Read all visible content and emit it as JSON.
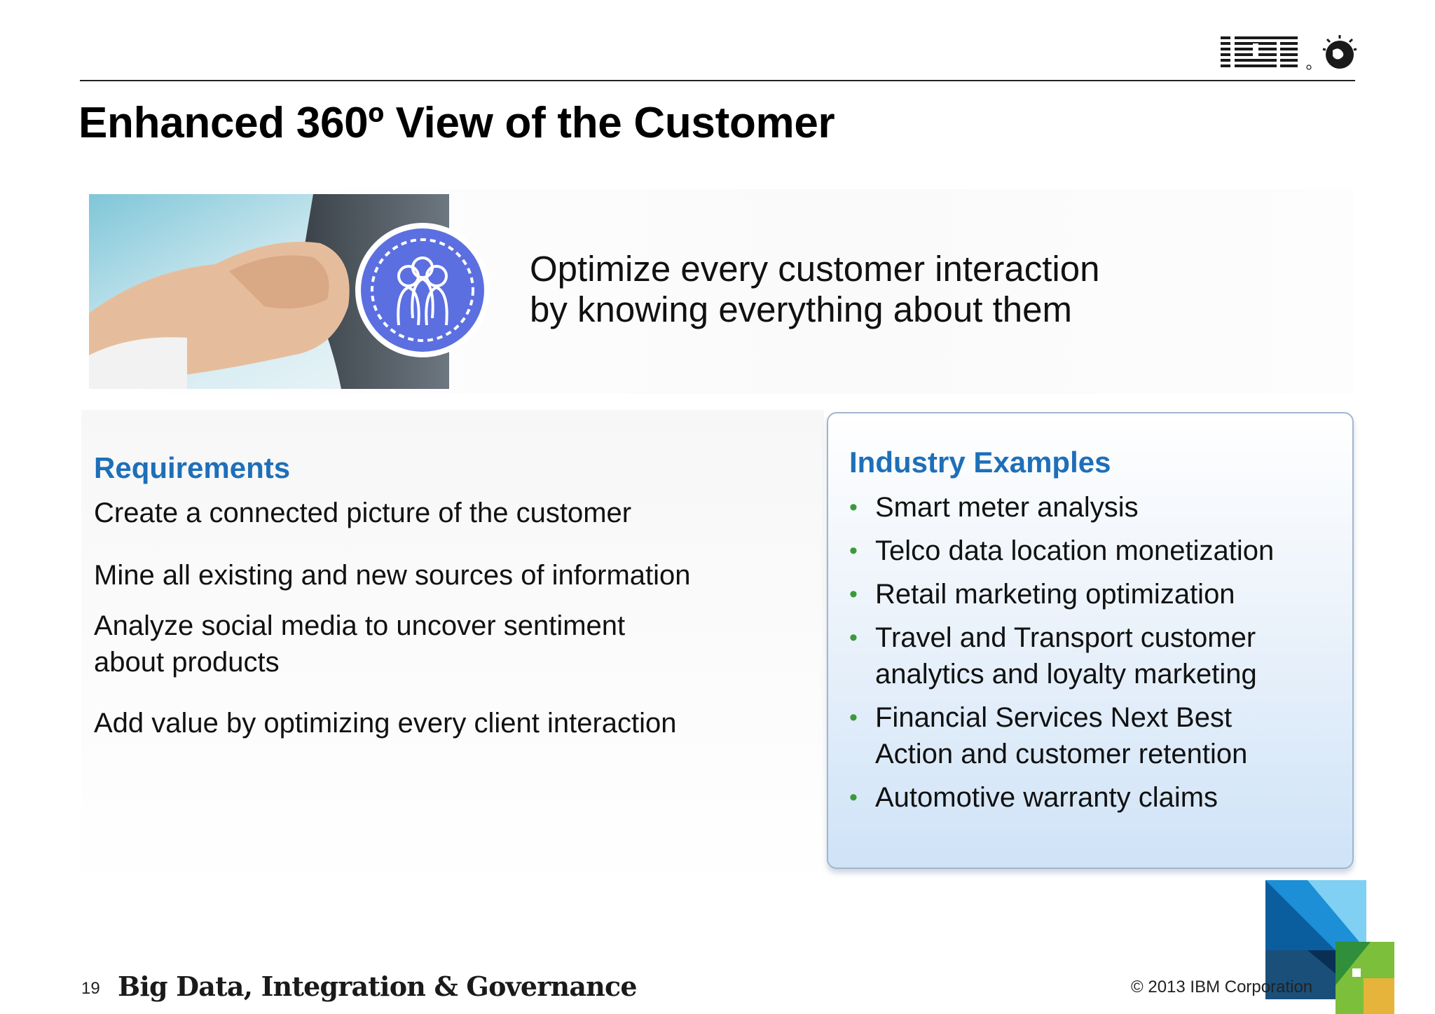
{
  "header": {
    "logo_text": "IBM",
    "title": "Enhanced 360º View of the Customer"
  },
  "banner": {
    "tagline_line1": "Optimize every customer interaction",
    "tagline_line2": "by knowing everything about them"
  },
  "requirements": {
    "heading": "Requirements",
    "items": [
      "Create a connected picture of the customer",
      "Mine all existing and new sources of  information",
      "Analyze social media to uncover sentiment",
      "about products",
      "Add value by optimizing every client interaction"
    ]
  },
  "industry": {
    "heading": "Industry Examples",
    "items": [
      {
        "lines": [
          "Smart meter analysis"
        ]
      },
      {
        "lines": [
          "Telco data location monetization"
        ]
      },
      {
        "lines": [
          "Retail marketing optimization"
        ]
      },
      {
        "lines": [
          "Travel and Transport customer",
          "analytics and loyalty marketing"
        ]
      },
      {
        "lines": [
          "Financial Services Next Best",
          "Action and customer retention"
        ]
      },
      {
        "lines": [
          "Automotive warranty claims"
        ]
      }
    ],
    "bullet_color": "#3a9a3a"
  },
  "footer": {
    "page_number": "19",
    "brand": "Big Data, Integration & Governance",
    "copyright": "© 2013 IBM Corporation"
  },
  "colors": {
    "accent_blue": "#1e6fb8",
    "icon_blue": "#5b6fe0"
  }
}
